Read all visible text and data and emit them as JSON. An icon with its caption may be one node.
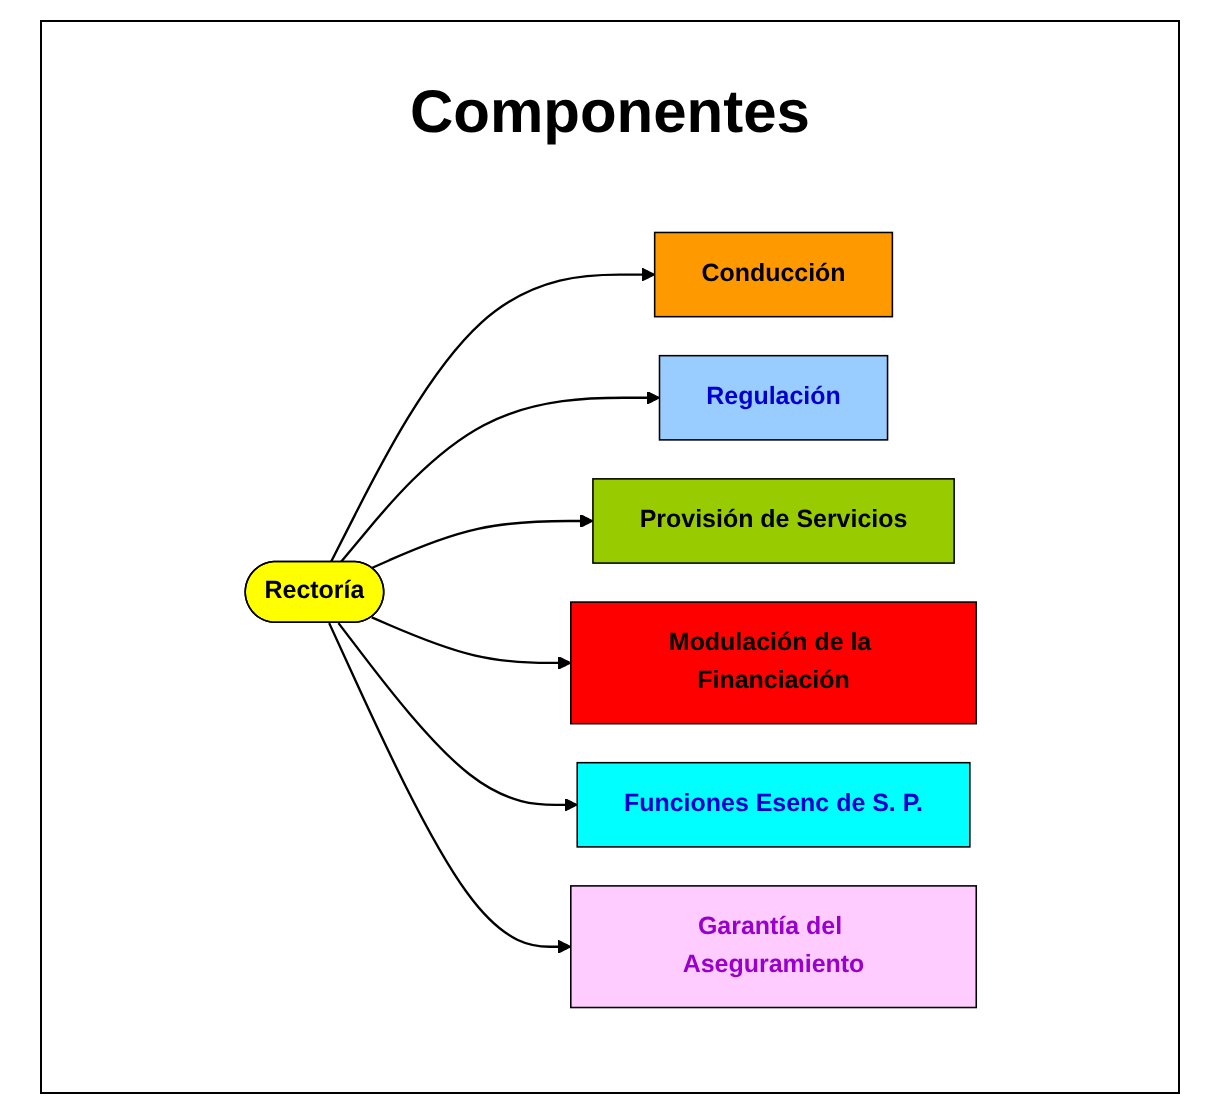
{
  "diagram": {
    "title": "Componentes",
    "nodes": [
      {
        "text": [
          "Conducción"
        ]
      },
      {
        "text": [
          "Regulación"
        ]
      },
      {
        "text": [
          "Provisión de Servicios"
        ]
      },
      {
        "text": [
          "Rectoría"
        ]
      },
      {
        "text": [
          "Modulación de la Financiación"
        ]
      },
      {
        "text": [
          "Funciones Esenc de S. P."
        ]
      },
      {
        "text": [
          "Garantía del Aseguramiento"
        ]
      }
    ],
    "edges": [
      {
        "from": 3,
        "to": 0,
        "arrow": "to"
      },
      {
        "from": 3,
        "to": 1,
        "arrow": "to"
      },
      {
        "from": 3,
        "to": 2,
        "arrow": "to"
      },
      {
        "from": 3,
        "to": 4,
        "arrow": "to"
      },
      {
        "from": 3,
        "to": 5,
        "arrow": "to"
      },
      {
        "from": 3,
        "to": 6,
        "arrow": "to"
      }
    ]
  }
}
